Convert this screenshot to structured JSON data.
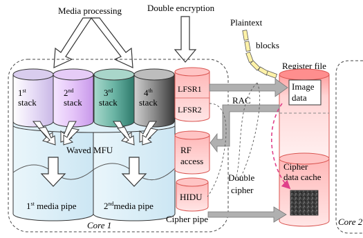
{
  "colors": {
    "stack1_purple_tint": "#c9b8e6",
    "stack2_purple": "#d8b0f0",
    "stack3_teal": "#4e9c8c",
    "stack4_dark": "#5a5a5a",
    "media_pipe_blue": "#d6ecf6",
    "stack_base_blue": "#dff0f8",
    "pink": "#ffd2d2",
    "red_border": "#d9534f",
    "dashed_magenta": "#e0408a",
    "plaintext_yellow": "#fff2a8",
    "gray_arrow": "#b0b0b0",
    "cipher_texture": "#4a4a4a"
  },
  "labels": {
    "media_processing": "Media processing",
    "double_encryption": "Double encryption",
    "plaintext": "Plaintext",
    "blocks": "blocks",
    "register_file": "Register file",
    "stack1": {
      "num": "1",
      "sup": "st",
      "word": "stack"
    },
    "stack2": {
      "num": "2",
      "sup": "nd",
      "word": "stack"
    },
    "stack3": {
      "num": "3",
      "sup": "rd",
      "word": "stack"
    },
    "stack4": {
      "num": "4",
      "sup": "th",
      "word": "stack"
    },
    "waved_mfu": "Waved MFU",
    "pipe1": {
      "num": "1",
      "sup": "st",
      "rest": " media pipe"
    },
    "pipe2": {
      "num": "2",
      "sup": "nd",
      "rest": "media pipe"
    },
    "core1": "Core 1",
    "core2": "Core 2",
    "lfsr1": "LFSR1",
    "lfsr2": "LFSR2",
    "rac": "RAC",
    "rf_line1": "RF",
    "rf_line2": "access",
    "hidu": "HIDU",
    "double_line1": "Double",
    "double_line2": "cipher",
    "cipher_pipe": "Cipher pipe",
    "image_line1": "Image",
    "image_line2": "data",
    "cipher_cache_line1": "Cipher",
    "cipher_cache_line2": "data cache"
  }
}
